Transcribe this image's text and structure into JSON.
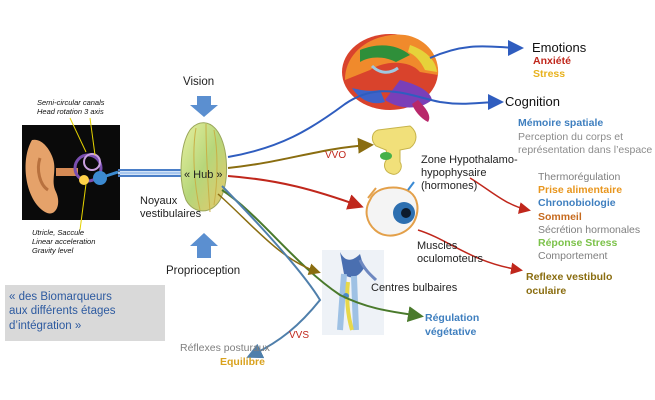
{
  "ear": {
    "semicircular": "Semi-circular canals",
    "head_rotation": "Head rotation 3 axis",
    "utricle": "Utricle, Saccule",
    "linear_accel": "Linear acceleration",
    "gravity": "Gravity level"
  },
  "inputs": {
    "vision": "Vision",
    "proprioception": "Proprioception"
  },
  "hub": {
    "label": "« Hub »",
    "noyaux_line1": "Noyaux",
    "noyaux_line2": "vestibulaires"
  },
  "outputs": {
    "emotions": "Emotions",
    "anxiete": "Anxiété",
    "stress": "Stress",
    "cognition": "Cognition",
    "memoire": "Mémoire spatiale",
    "perception_line1": "Perception du corps et",
    "perception_line2": "représentation dans l’espace",
    "vvo": "VVO",
    "zone_line1": "Zone Hypothalamo-",
    "zone_line2": "hypophysaire",
    "zone_line3": "(hormones)",
    "thermo": "Thermorégulation",
    "prise": "Prise alimentaire",
    "chrono": "Chronobiologie",
    "sommeil": "Sommeil",
    "secretion": "Sécrétion hormonales",
    "reponse": "Réponse Stress",
    "comportement": "Comportement",
    "muscles_line1": "Muscles",
    "muscles_line2": "oculomoteurs",
    "reflexe_vestibulo_line1": "Reflexe vestibulo",
    "reflexe_vestibulo_line2": "oculaire",
    "centres": "Centres bulbaires",
    "regulation_line1": "Régulation",
    "regulation_line2": "végétative",
    "vvs": "VVS",
    "reflexes_posturaux": "Réflexes posturaux",
    "equilibre": "Equilibre"
  },
  "note": {
    "line1": "«  des Biomarqueurs",
    "line2": "aux différents étages",
    "line3": "d’intégration »"
  },
  "colors": {
    "blue": "#2f5dbf",
    "red": "#c0271c",
    "olive": "#8a6d10",
    "green": "#4a7a2c",
    "steel": "#4f7fab",
    "orange": "#e8961e",
    "gray": "#7f7f7f"
  }
}
